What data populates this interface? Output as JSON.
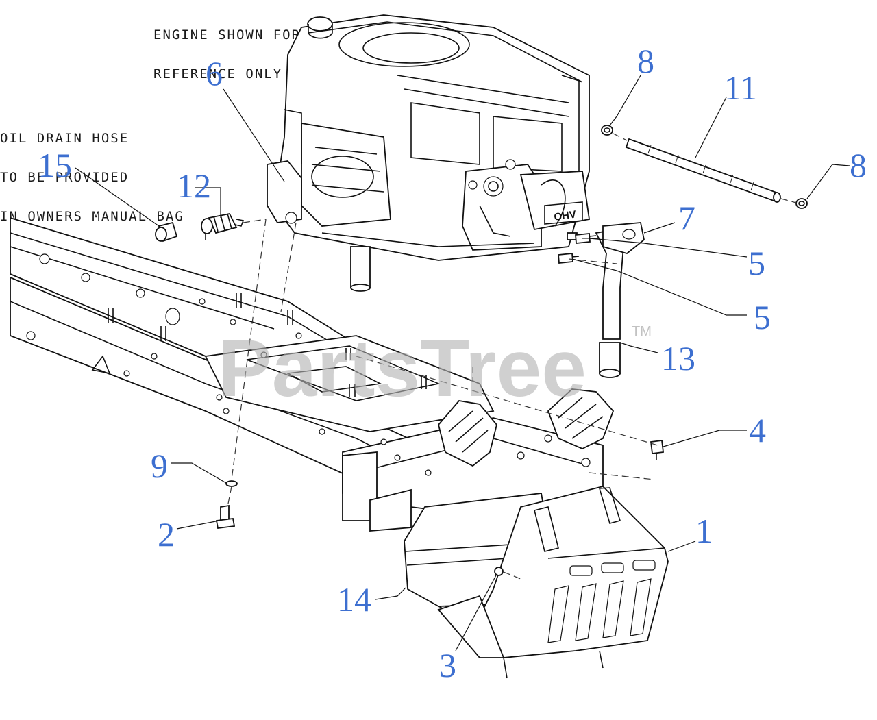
{
  "notes": {
    "engine_ref": [
      "ENGINE SHOWN FOR",
      "REFERENCE ONLY"
    ],
    "oil_drain": [
      "OIL DRAIN HOSE",
      "TO BE PROVIDED",
      "IN OWNERS MANUAL BAG"
    ]
  },
  "engine_badge": "OHV",
  "watermark": {
    "text": "PartsTree",
    "trademark": "TM"
  },
  "callouts": [
    {
      "id": "c6",
      "label": "6"
    },
    {
      "id": "c8a",
      "label": "8"
    },
    {
      "id": "c11",
      "label": "11"
    },
    {
      "id": "c8b",
      "label": "8"
    },
    {
      "id": "c15",
      "label": "15"
    },
    {
      "id": "c12",
      "label": "12"
    },
    {
      "id": "c7",
      "label": "7"
    },
    {
      "id": "c5a",
      "label": "5"
    },
    {
      "id": "c5b",
      "label": "5"
    },
    {
      "id": "c13",
      "label": "13"
    },
    {
      "id": "c4",
      "label": "4"
    },
    {
      "id": "c9",
      "label": "9"
    },
    {
      "id": "c2",
      "label": "2"
    },
    {
      "id": "c1",
      "label": "1"
    },
    {
      "id": "c14",
      "label": "14"
    },
    {
      "id": "c3",
      "label": "3"
    }
  ],
  "colors": {
    "callout": "#3d6fd0",
    "line": "#111111",
    "watermark": "#b4b4b4"
  }
}
